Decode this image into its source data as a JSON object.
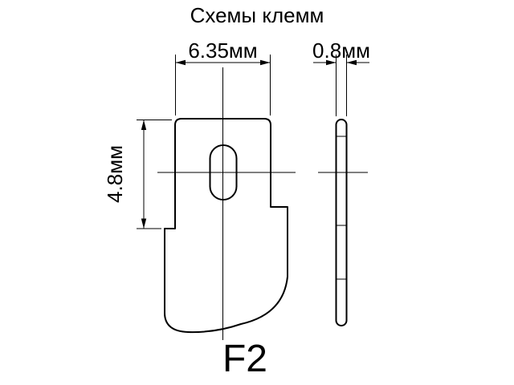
{
  "title": "Схемы клемм",
  "figure_label": "F2",
  "dimensions": {
    "width": "6.35мм",
    "height": "4.8мм",
    "thickness": "0.8мм"
  },
  "colors": {
    "line": "#000000",
    "background": "#ffffff"
  }
}
